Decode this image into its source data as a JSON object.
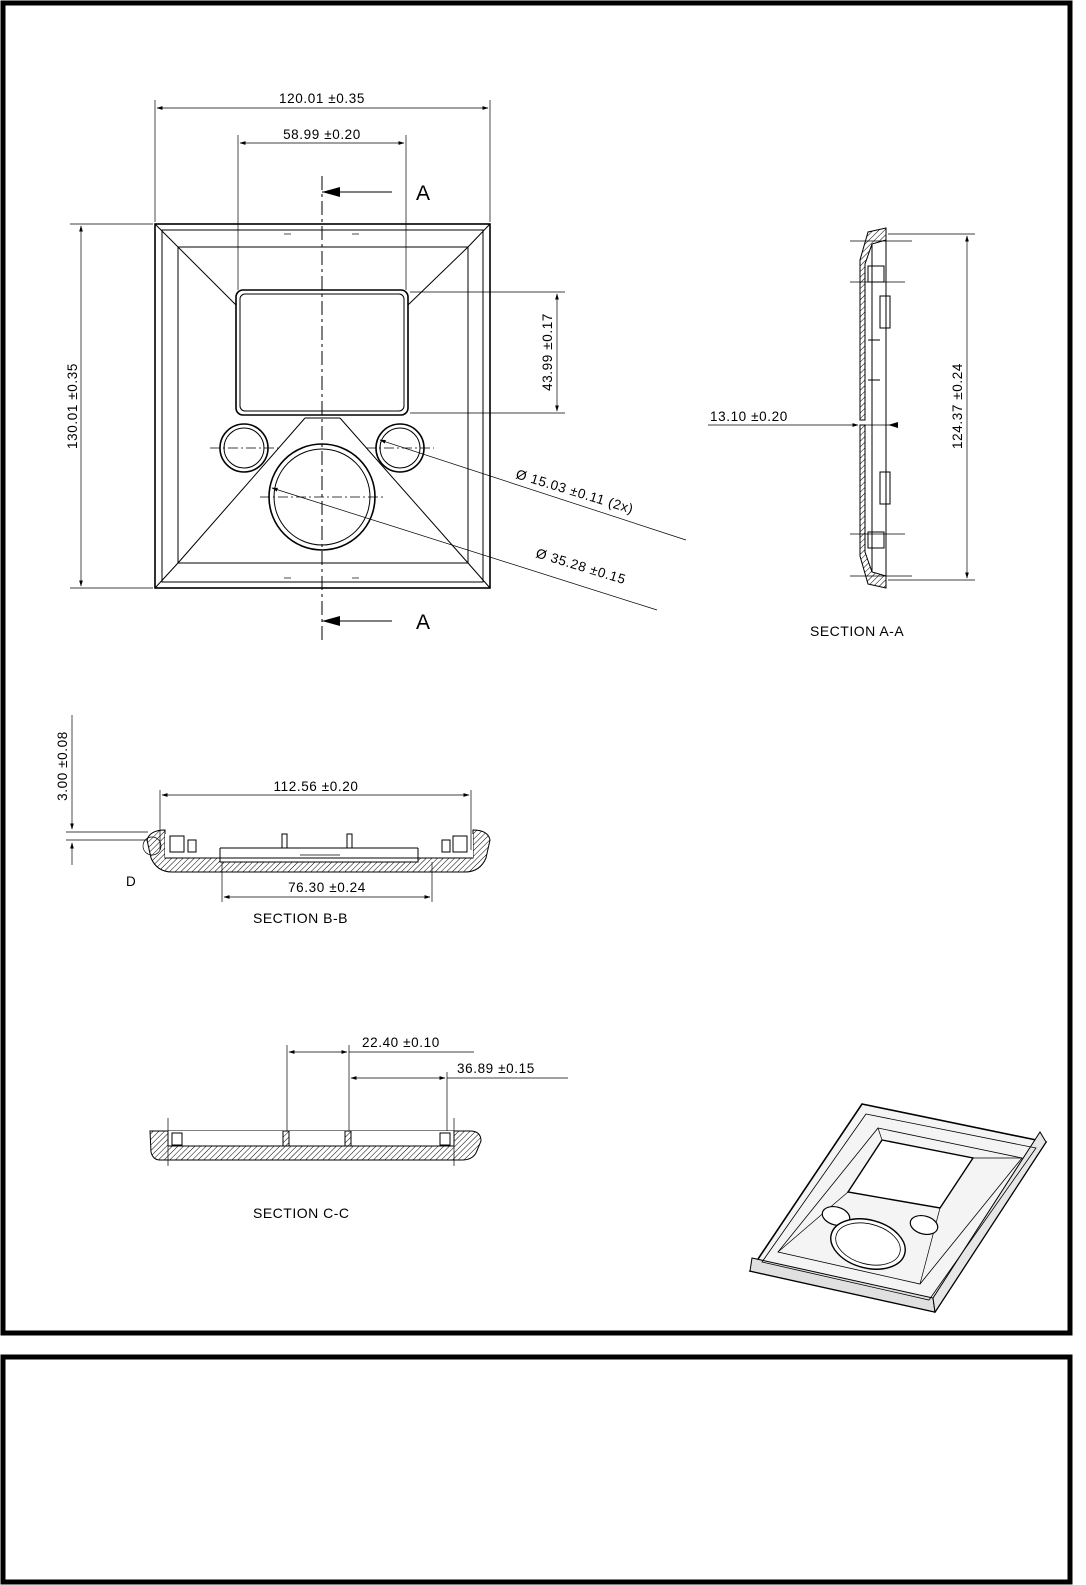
{
  "views": {
    "front": {
      "width": "120.01 ±0.35",
      "window_width": "58.99 ±0.20",
      "height": "130.01 ±0.35",
      "window_height": "43.99 ±0.17",
      "small_hole": "Ø 15.03 ±0.11 (2x)",
      "large_hole": "Ø 35.28 ±0.15",
      "cut_label_top": "A",
      "cut_label_bottom": "A"
    },
    "section_aa": {
      "title": "SECTION A-A",
      "depth": "13.10 ±0.20",
      "height": "124.37 ±0.24"
    },
    "section_bb": {
      "title": "SECTION B-B",
      "thickness": "3.00 ±0.08",
      "top_width": "112.56 ±0.20",
      "bottom_width": "76.30 ±0.24",
      "detail_label": "D"
    },
    "section_cc": {
      "title": "SECTION C-C",
      "dim_inner": "22.40 ±0.10",
      "dim_outer": "36.89 ±0.15"
    }
  }
}
